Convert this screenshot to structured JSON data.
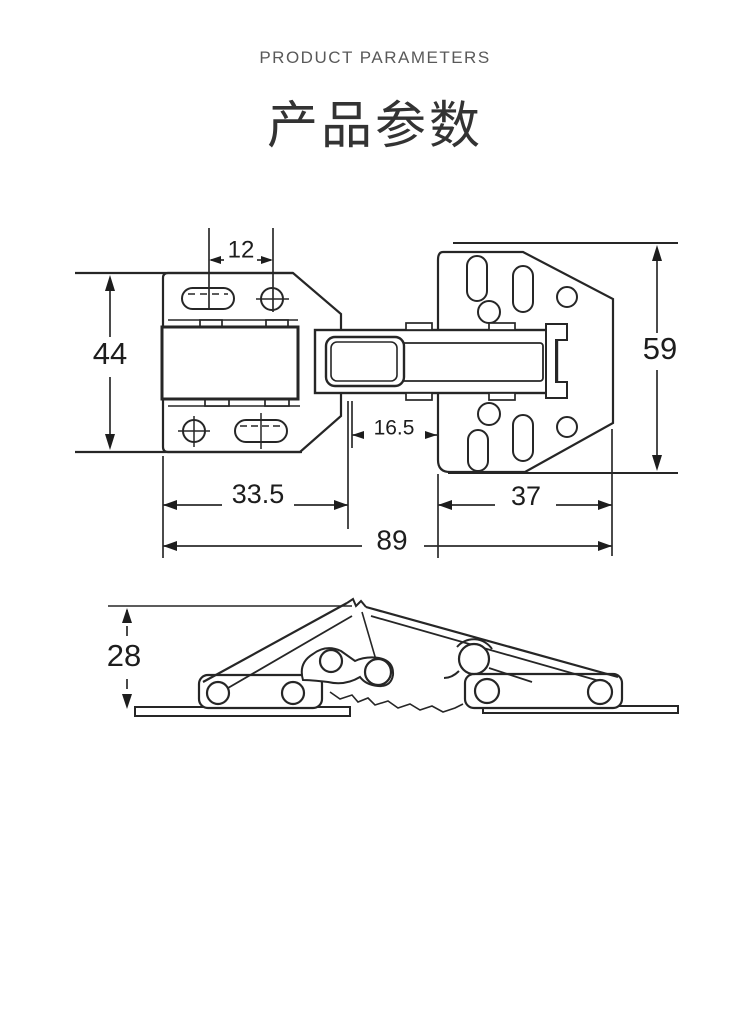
{
  "header": {
    "subtitle": "PRODUCT PARAMETERS",
    "title": "产品参数"
  },
  "colors": {
    "background": "#ffffff",
    "subtitle_text": "#595959",
    "title_text": "#333333",
    "drawing_line": "#262626"
  },
  "diagram": {
    "dimensions": {
      "hole_spacing": "12",
      "mounting_plate_width": "44",
      "cup_plate_width": "59",
      "arm_gap": "16.5",
      "mounting_plate_length": "33.5",
      "cup_plate_length": "37",
      "overall_length": "89",
      "folded_height": "28"
    }
  }
}
